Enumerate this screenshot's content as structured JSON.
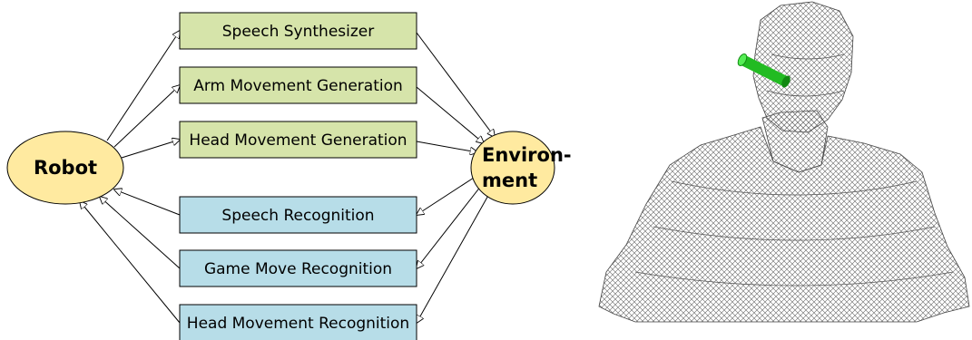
{
  "nodes": {
    "robot": "Robot",
    "environment_line1": "Environ-",
    "environment_line2": "ment",
    "output_modules": [
      "Speech Synthesizer",
      "Arm Movement Generation",
      "Head Movement Generation"
    ],
    "input_modules": [
      "Speech Recognition",
      "Game Move Recognition",
      "Head Movement Recognition"
    ]
  },
  "colors": {
    "output_box_fill": "#d6e4aa",
    "input_box_fill": "#b7dde8",
    "ellipse_fill": "#ffeaa0",
    "stroke": "#000000",
    "head_pointer": "#22bb22"
  },
  "image": {
    "subject": "3D point-cloud rendering of a seated person with a green cylinder indicating head direction"
  }
}
